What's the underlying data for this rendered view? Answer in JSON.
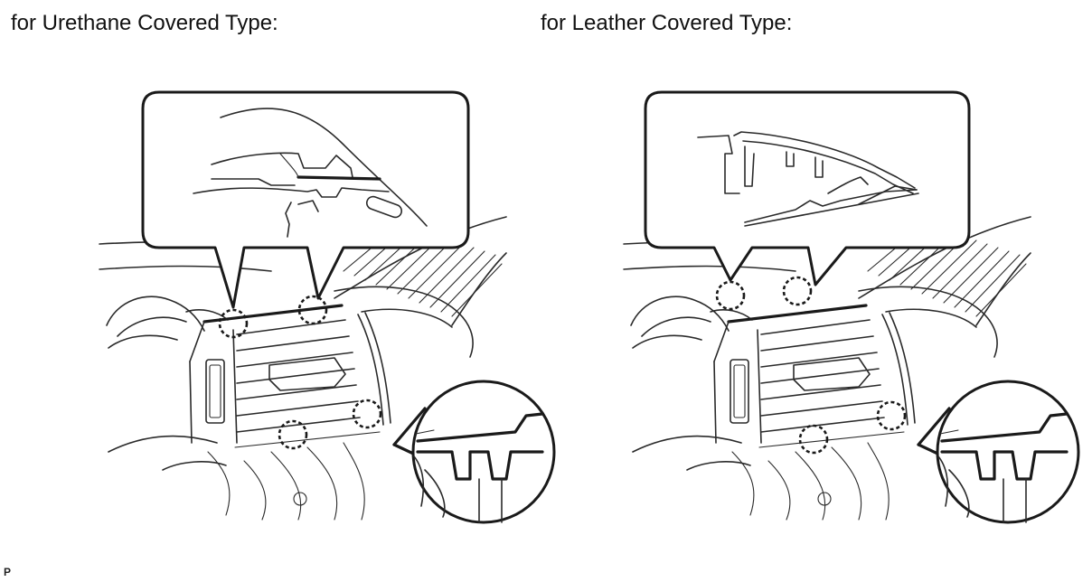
{
  "panels": [
    {
      "title": "for Urethane Covered Type:"
    },
    {
      "title": "for Leather Covered Type:"
    }
  ],
  "figure_code": "P"
}
